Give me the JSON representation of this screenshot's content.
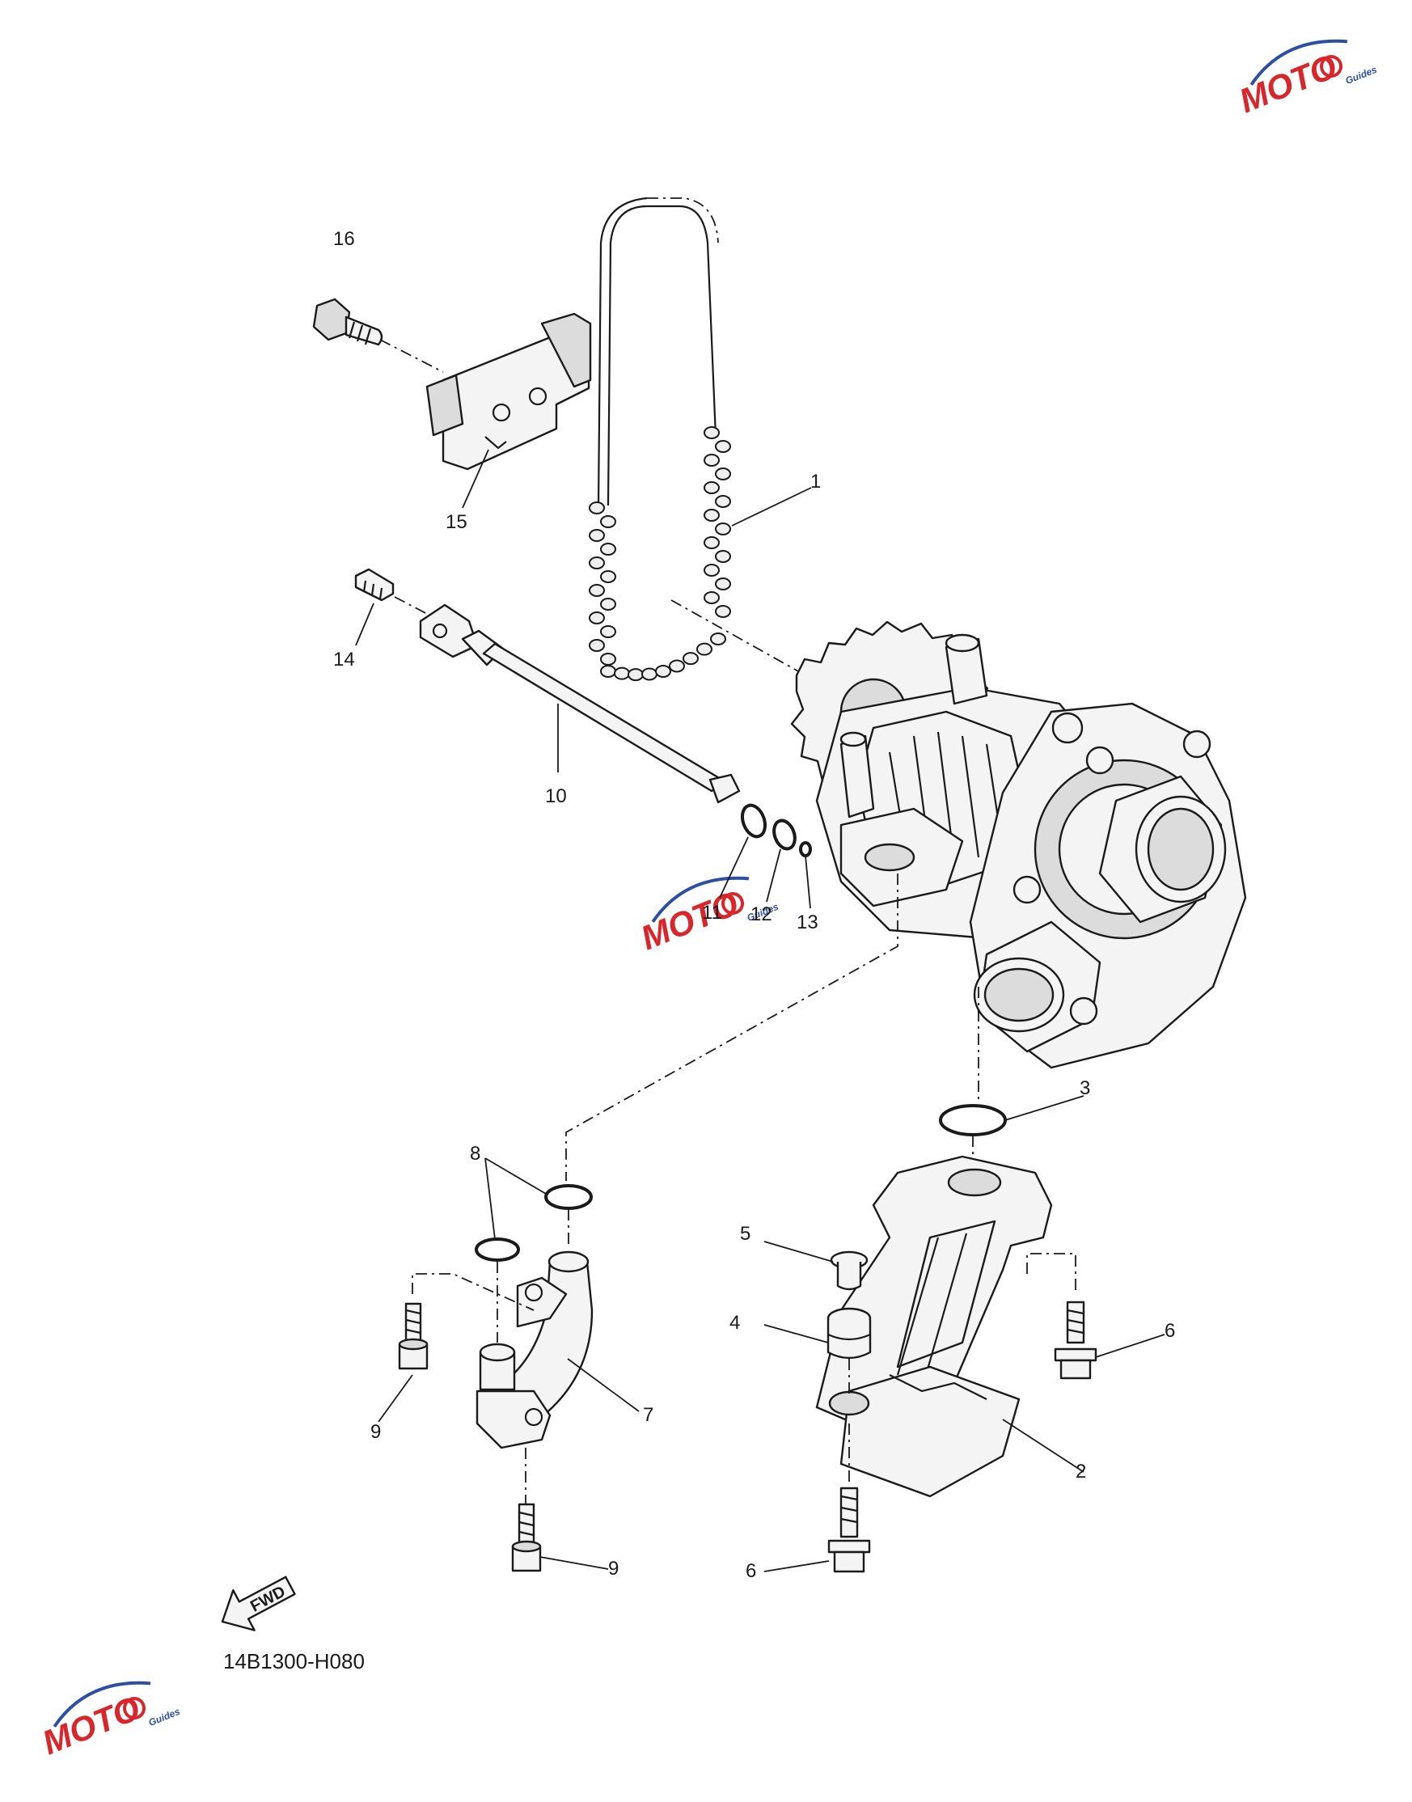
{
  "diagram": {
    "code": "14B1300-H080",
    "fwd_label": "FWD",
    "watermark": {
      "text": "MOTO",
      "sub": "Guides",
      "colors": {
        "red": "#d9262b",
        "blue": "#2c4fa3"
      }
    },
    "callouts": [
      "1",
      "2",
      "3",
      "4",
      "5",
      "6",
      "6",
      "7",
      "8",
      "9",
      "9",
      "10",
      "11",
      "12",
      "13",
      "14",
      "15",
      "16"
    ]
  }
}
